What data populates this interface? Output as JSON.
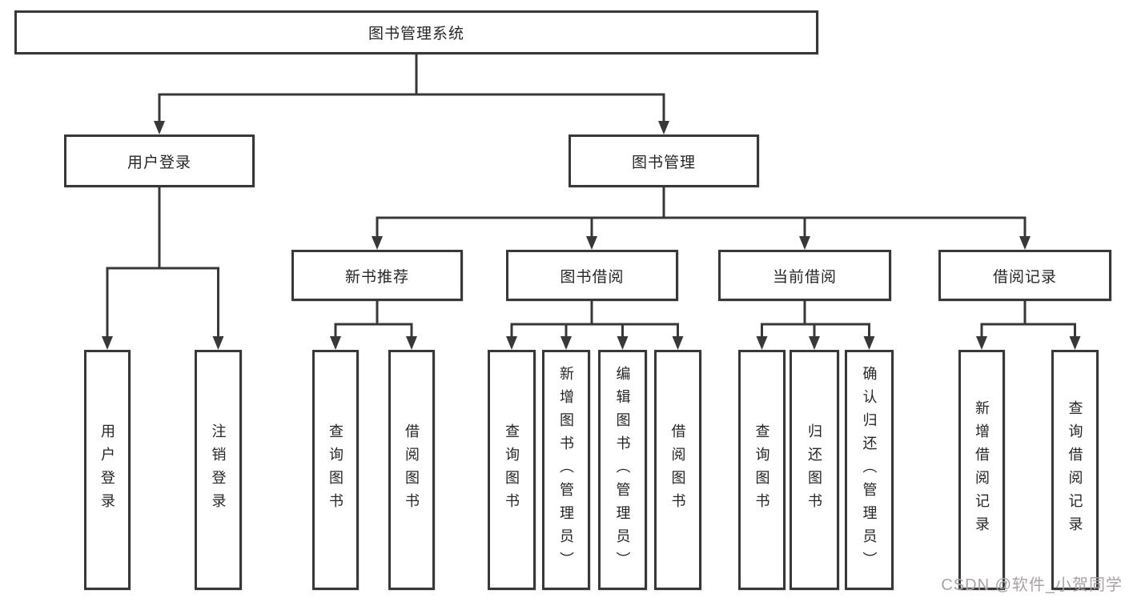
{
  "diagram": {
    "root": "图书管理系统",
    "level2": {
      "user_login": "用户登录",
      "book_management": "图书管理"
    },
    "level3": {
      "new_book_recommend": "新书推荐",
      "book_borrowing": "图书借阅",
      "current_borrowing": "当前借阅",
      "borrowing_records": "借阅记录"
    },
    "leaves": [
      "用户登录",
      "注销登录",
      "查询图书",
      "借阅图书",
      "查询图书",
      "新增图书（管理员）",
      "编辑图书（管理员）",
      "借阅图书",
      "查询图书",
      "归还图书",
      "确认归还（管理员）",
      "新增借阅记录",
      "查询借阅记录"
    ]
  },
  "watermark": "CSDN @软件_小贺同学",
  "colors": {
    "line": "#383838",
    "box_border": "#383838",
    "text": "#262626",
    "background": "#ffffff",
    "watermark": "#aaa2a2"
  }
}
